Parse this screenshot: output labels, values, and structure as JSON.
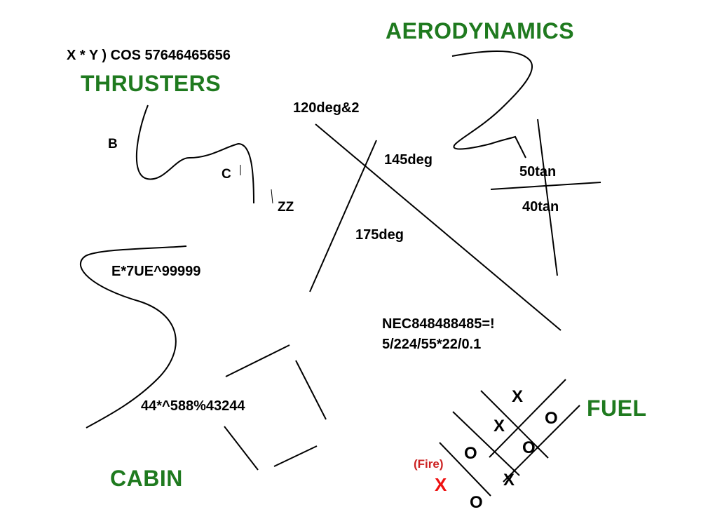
{
  "headings": {
    "aerodynamics": "AERODYNAMICS",
    "thrusters": "THRUSTERS",
    "fuel": "FUEL",
    "cabin": "CABIN"
  },
  "labels": {
    "cos_formula": "X * Y ) COS 57646465656",
    "deg_120": "120deg&2",
    "deg_145": "145deg",
    "deg_175": "175deg",
    "tan_50": "50tan",
    "tan_40": "40tan",
    "b": "B",
    "c": "C",
    "zz": "ZZ",
    "e_formula": "E*7UE^99999",
    "nec_line1": "NEC848488485=!",
    "nec_line2": "5/224/55*22/0.1",
    "num_formula": "44*^588%43244"
  },
  "tic_tac_toe": {
    "marks": [
      "X",
      "O",
      "X",
      "O",
      "O",
      "X",
      "O"
    ],
    "fire_label": "(Fire)",
    "fire_mark": "X"
  },
  "colors": {
    "heading_green": "#1f7a1f",
    "fire_red": "#ee1111",
    "stroke": "#000000"
  }
}
